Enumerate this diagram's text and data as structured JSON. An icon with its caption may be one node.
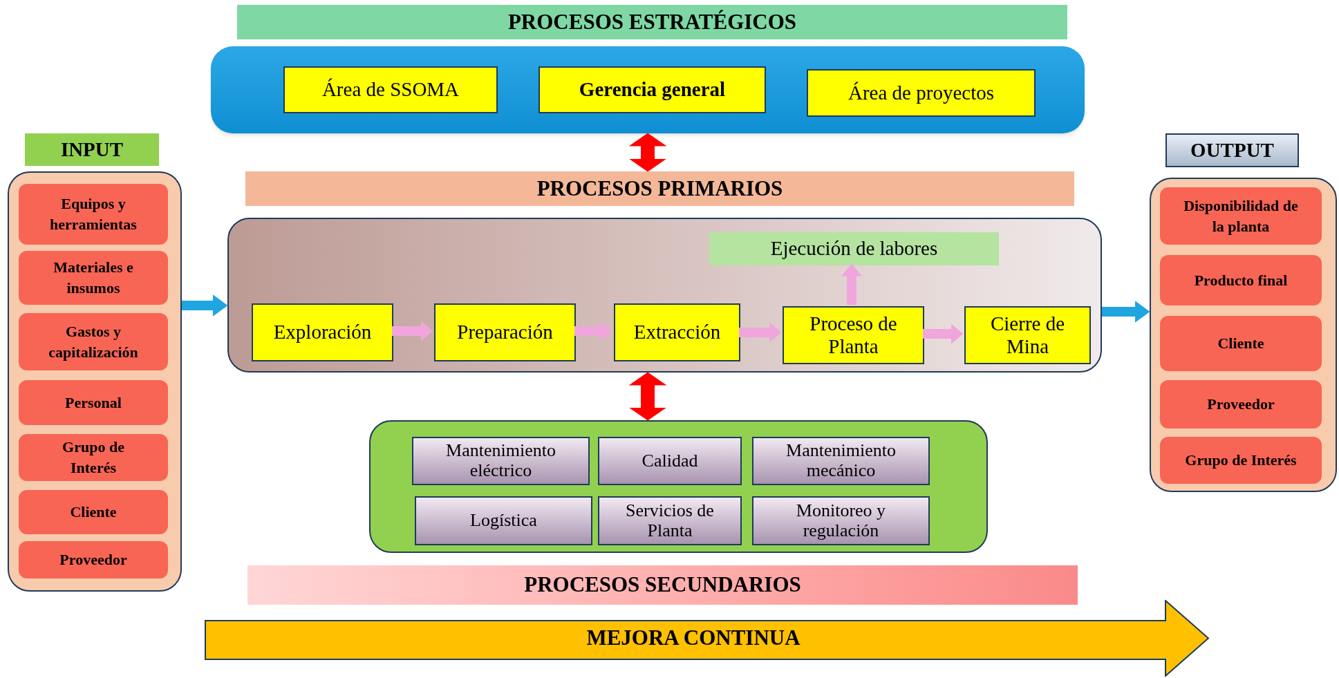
{
  "diagram": {
    "nodes": [
      {
        "text": [
          "PROCESOS ESTRATÉGICOS"
        ]
      },
      {
        "text": [],
        "shape": "box"
      },
      {
        "text": [
          "Área de SSOMA"
        ],
        "in": 1
      },
      {
        "text": [
          "Gerencia general"
        ],
        "in": 1
      },
      {
        "text": [
          "Área de proyectos"
        ],
        "in": 1
      },
      {
        "text": [
          "INPUT"
        ]
      },
      {
        "text": [],
        "shape": "box"
      },
      {
        "text": [
          "Equipos y herramientas"
        ],
        "in": 6
      },
      {
        "text": [
          "Materiales e insumos"
        ],
        "in": 6
      },
      {
        "text": [
          "Gastos y capitalización"
        ],
        "in": 6
      },
      {
        "text": [
          "Personal"
        ],
        "in": 6
      },
      {
        "text": [
          "Grupo de Interés"
        ],
        "in": 6
      },
      {
        "text": [
          "Cliente"
        ],
        "in": 6
      },
      {
        "text": [
          "Proveedor"
        ],
        "in": 6
      },
      {
        "text": [
          "PROCESOS PRIMARIOS"
        ]
      },
      {
        "text": [],
        "shape": "box"
      },
      {
        "text": [
          "Ejecución de labores"
        ],
        "in": 15
      },
      {
        "text": [
          "Exploración"
        ],
        "in": 15
      },
      {
        "text": [
          "Preparación"
        ],
        "in": 15
      },
      {
        "text": [
          "Extracción"
        ],
        "in": 15
      },
      {
        "text": [
          "Proceso de Planta"
        ],
        "in": 15
      },
      {
        "text": [
          "Cierre de Mina"
        ],
        "in": 15
      },
      {
        "text": [
          "OUTPUT"
        ]
      },
      {
        "text": [],
        "shape": "box"
      },
      {
        "text": [
          "Disponibilidad de la planta"
        ],
        "in": 23
      },
      {
        "text": [
          "Producto final"
        ],
        "in": 23
      },
      {
        "text": [
          "Cliente"
        ],
        "in": 23
      },
      {
        "text": [
          "Proveedor"
        ],
        "in": 23
      },
      {
        "text": [
          "Grupo de Interés"
        ],
        "in": 23
      },
      {
        "text": [],
        "shape": "box"
      },
      {
        "text": [
          "Mantenimiento eléctrico"
        ],
        "in": 29
      },
      {
        "text": [
          "Calidad"
        ],
        "in": 29
      },
      {
        "text": [
          "Mantenimiento mecánico"
        ],
        "in": 29
      },
      {
        "text": [
          "Logística"
        ],
        "in": 29
      },
      {
        "text": [
          "Servicios de Planta"
        ],
        "in": 29
      },
      {
        "text": [
          "Monitoreo y regulación"
        ],
        "in": 29
      },
      {
        "text": [
          "PROCESOS SECUNDARIOS"
        ]
      },
      {
        "text": [
          "MEJORA CONTINUA"
        ]
      }
    ],
    "edges": [
      {
        "from": 1,
        "to": 14,
        "arrow": "both",
        "color": "#ff0000"
      },
      {
        "from": 15,
        "to": 29,
        "arrow": "both",
        "color": "#ff0000"
      },
      {
        "from": 6,
        "to": 15,
        "arrow": "to",
        "color": "#1fa5e0"
      },
      {
        "from": 15,
        "to": 23,
        "arrow": "to",
        "color": "#1fa5e0"
      },
      {
        "from": 17,
        "to": 18,
        "arrow": "to"
      },
      {
        "from": 18,
        "to": 19,
        "arrow": "to"
      },
      {
        "from": 19,
        "to": 20,
        "arrow": "to"
      },
      {
        "from": 20,
        "to": 21,
        "arrow": "to"
      },
      {
        "from": 20,
        "to": 16,
        "arrow": "to"
      }
    ]
  }
}
